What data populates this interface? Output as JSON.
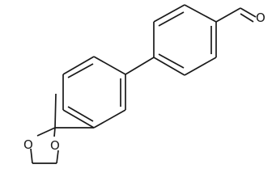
{
  "molecule": {
    "atoms": {
      "aldehyde_oxygen": "O",
      "ring_oxygen_left": "O",
      "ring_oxygen_right": "O"
    }
  }
}
